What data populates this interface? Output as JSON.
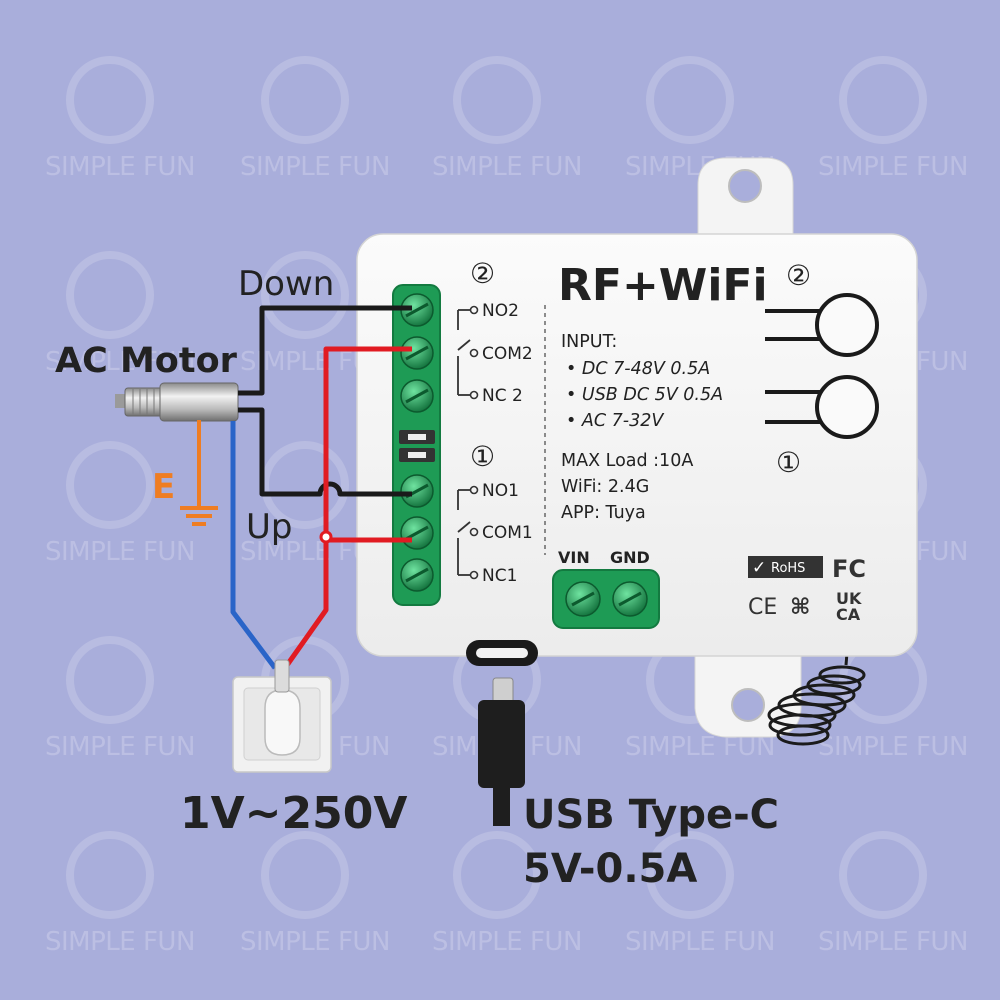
{
  "watermark": "SIMPLE FUN",
  "device": {
    "title": "RF+WiFi",
    "input_heading": "INPUT:",
    "input_items": [
      "DC 7-48V 0.5A",
      "USB DC 5V 0.5A",
      "AC 7-32V"
    ],
    "max_load": "MAX Load :10A",
    "wifi": "WiFi: 2.4G",
    "app": "APP: Tuya",
    "vin_label": "VIN",
    "gnd_label": "GND",
    "rohs": "RoHS",
    "fc": "FC",
    "ce": "CE",
    "uk": "UK",
    "ca": "CA",
    "channel2_label": "②",
    "channel1_label": "①",
    "button2_label": "②",
    "button1_label": "①",
    "terminals": [
      "NO2",
      "COM2",
      "NC 2",
      "NO1",
      "COM1",
      "NC1"
    ]
  },
  "labels": {
    "down": "Down",
    "up": "Up",
    "motor": "AC Motor",
    "ground": "E",
    "voltage": "1V~250V",
    "usb": "USB Type-C",
    "usb_power": "5V-0.5A"
  },
  "colors": {
    "background": "#a9aedb",
    "terminal_green": "#1e9b55",
    "wire_red": "#e11b22",
    "wire_blue": "#2a64c8",
    "wire_black": "#1a1a1a",
    "ground_orange": "#ef7d22"
  }
}
